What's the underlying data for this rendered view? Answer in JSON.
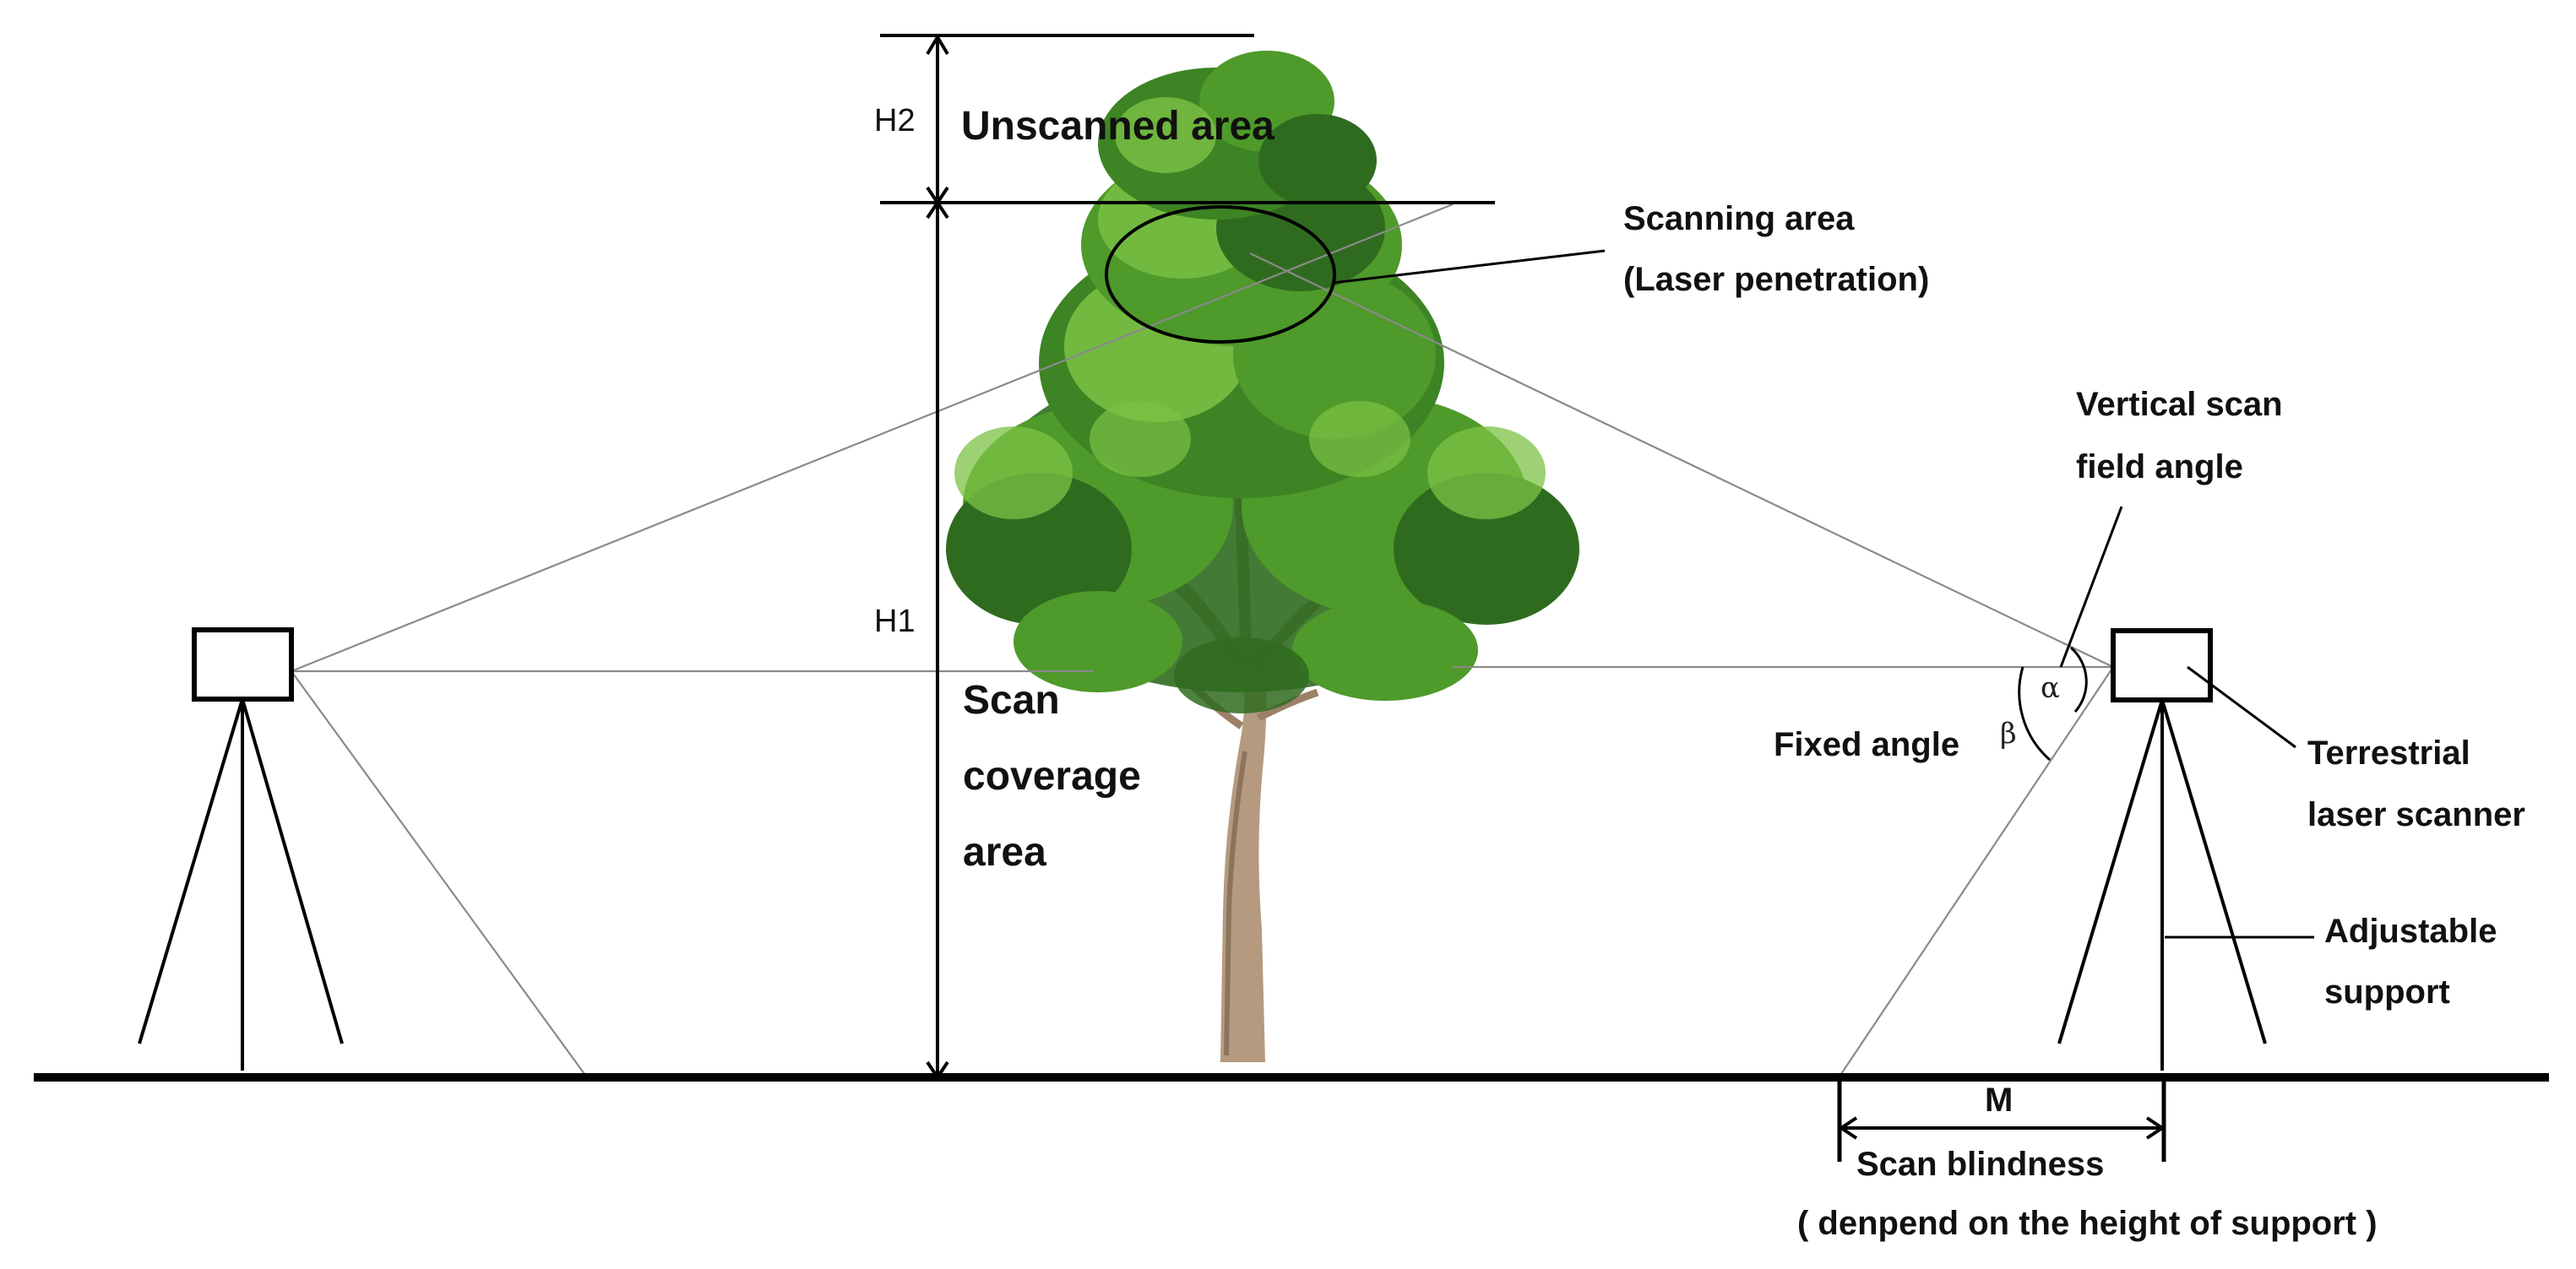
{
  "labels": {
    "h2": "H2",
    "h1": "H1",
    "unscanned_area": "Unscanned area",
    "scanning_area_line1": "Scanning area",
    "scanning_area_line2": "(Laser penetration)",
    "vertical_scan_line1": "Vertical scan",
    "vertical_scan_line2": "field angle",
    "alpha": "α",
    "beta": "β",
    "fixed_angle": "Fixed angle",
    "scan_coverage_line1": "Scan",
    "scan_coverage_line2": "coverage",
    "scan_coverage_line3": "area",
    "tls_line1": "Terrestrial",
    "tls_line2": "laser scanner",
    "support_line1": "Adjustable",
    "support_line2": "support",
    "m": "M",
    "scan_blindness": "Scan blindness",
    "depend_note": "( denpend on the height of support )"
  },
  "colors": {
    "ink": "#000000",
    "beam": "#8a8a8a",
    "foliage_dark": "#2f6b1f",
    "foliage_mid": "#4e9a2a",
    "foliage_light": "#7cc245",
    "trunk": "#b59a80",
    "trunk_dark": "#8c735d"
  }
}
